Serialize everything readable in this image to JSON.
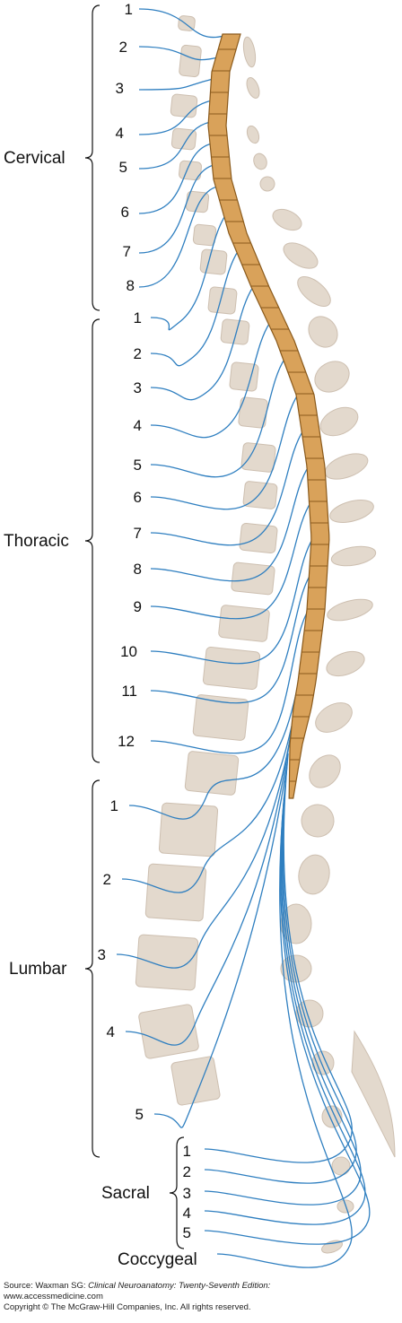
{
  "regions": {
    "cervical": "Cervical",
    "thoracic": "Thoracic",
    "lumbar": "Lumbar",
    "sacral": "Sacral",
    "coccygeal": "Coccygeal"
  },
  "labels": {
    "cervical": [
      "1",
      "2",
      "3",
      "4",
      "5",
      "6",
      "7",
      "8"
    ],
    "thoracic": [
      "1",
      "2",
      "3",
      "4",
      "5",
      "6",
      "7",
      "8",
      "9",
      "10",
      "11",
      "12"
    ],
    "lumbar": [
      "1",
      "2",
      "3",
      "4",
      "5"
    ],
    "sacral": [
      "1",
      "2",
      "3",
      "4",
      "5"
    ]
  },
  "colors": {
    "cord": "#d9a25a",
    "cord_edge": "#8a5a1c",
    "bone": "#e3d9cd",
    "bone_edge": "#cdbfb0",
    "nerve": "#2f7fc0",
    "brace": "#111111"
  },
  "footer": {
    "source_prefix": "Source: Waxman SG: ",
    "source_title": "Clinical Neuroanatomy: Twenty-Seventh Edition:",
    "website": "www.accessmedicine.com",
    "copyright": "Copyright © The McGraw-Hill Companies, Inc. All rights reserved."
  }
}
